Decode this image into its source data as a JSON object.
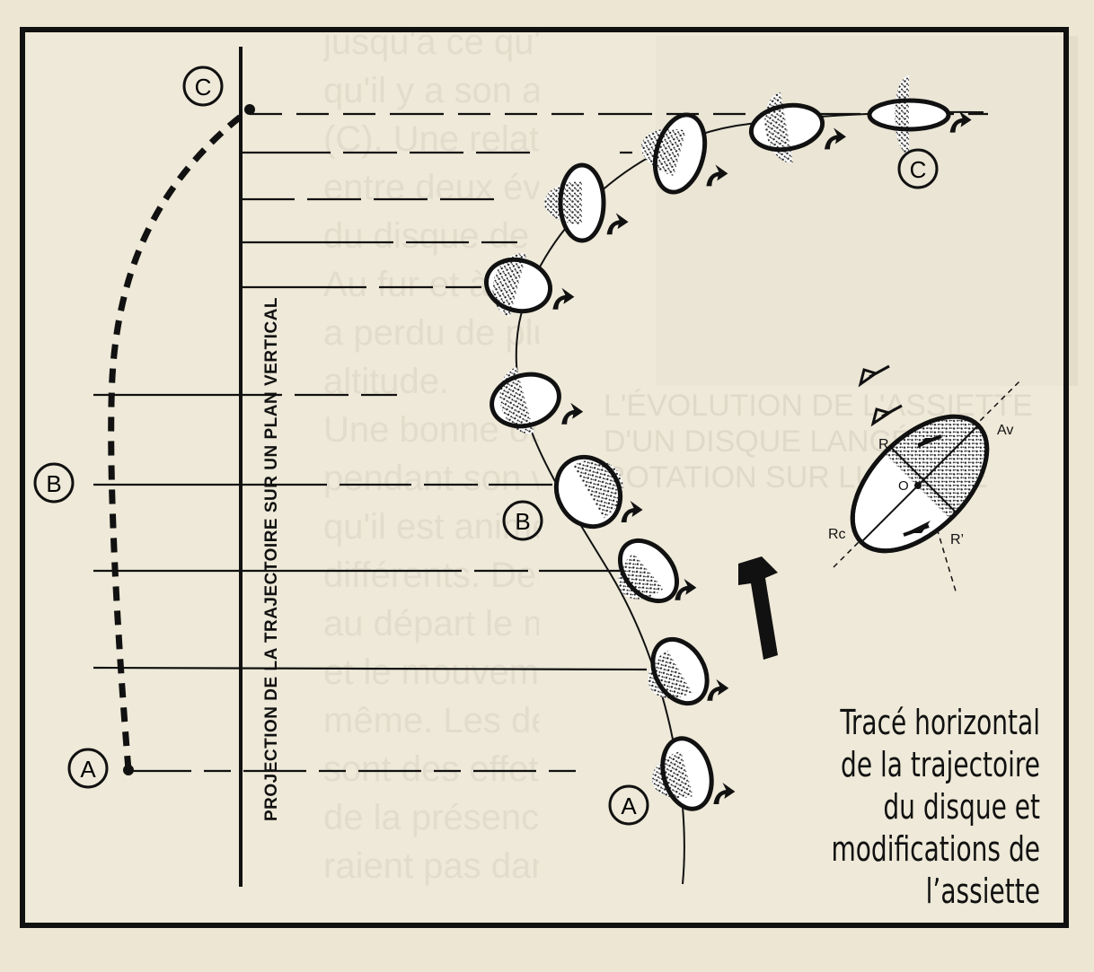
{
  "labels": {
    "point_a": "A",
    "point_b": "B",
    "point_c": "C"
  },
  "projection_label": "PROJECTION DE LA TRAJECTOIRE SUR UN PLAN VERTICAL",
  "caption": {
    "line1": "Tracé horizontal",
    "line2": "de la trajectoire",
    "line3": "du disque et",
    "line4": "modifications de",
    "line5": "l’assiette"
  },
  "detail": {
    "label_av": "Av",
    "label_r": "R",
    "label_o": "O",
    "label_rc": "Rc",
    "label_r_prime": "R’"
  },
  "background_text": {
    "lines": [
      "jusqu'à ce qu'on son plan",
      "qu'il y a son assiette",
      "(C). Une relation d'a",
      "entre deux évolution",
      "du disque de sa trajecto",
      "Au fur et à mesure de son",
      "a perdu de plus en plus",
      "altitude.",
      "Une bonne observ",
      "pendant son vol, prendre",
      "qu'il est animé de quatre",
      "différents. Deux le sont",
      "au départ le mouvement",
      "et le mouvement de la",
      "même. Les deux autres",
      "sont des effets des di",
      "de la présence de l'air : il",
      "raient pas dans le vide."
    ],
    "banner": [
      "L'ÉVOLUTION DE L'ASSIETTE",
      "D'UN DISQUE LANCÉ EN",
      "ROTATION SUR LUI-MÊME"
    ]
  },
  "colors": {
    "ink": "#111111",
    "paper": "#ece6d2",
    "stipple": "#222222"
  }
}
